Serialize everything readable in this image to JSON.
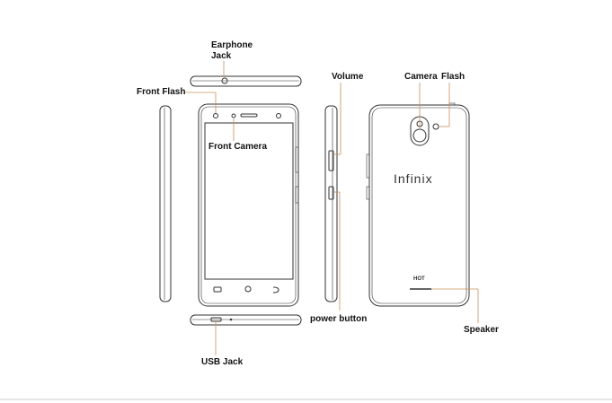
{
  "labels": {
    "earphone_jack_line1": "Earphone",
    "earphone_jack_line2": "Jack",
    "front_flash": "Front Flash",
    "front_camera": "Front Camera",
    "volume": "Volume",
    "camera": "Camera",
    "flash": "Flash",
    "power_button": "power button",
    "speaker": "Speaker",
    "usb_jack": "USB Jack"
  },
  "device": {
    "brand": "Infinix",
    "model": "HOT"
  },
  "colors": {
    "outline": "#333333",
    "leader": "#c8905a"
  }
}
